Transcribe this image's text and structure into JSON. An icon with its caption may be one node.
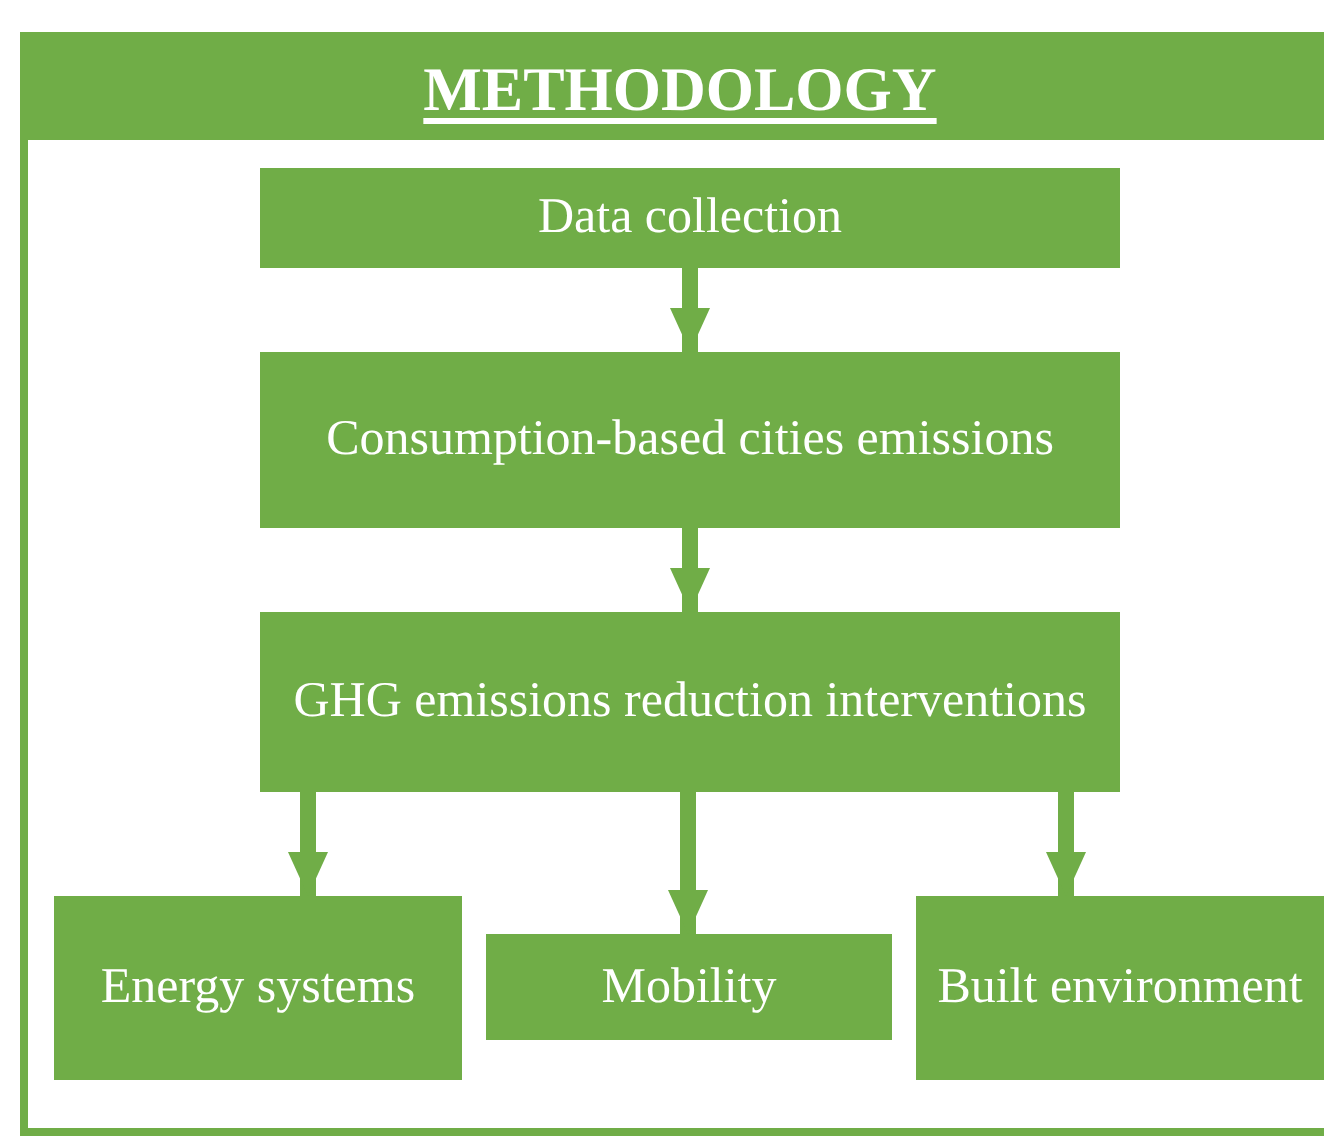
{
  "diagram": {
    "nodes": [
      {
        "text": [
          "METHODOLOGY"
        ]
      },
      {
        "text": [
          "Data collection"
        ],
        "in": 0
      },
      {
        "text": [
          "Consumption-based cities emissions"
        ],
        "in": 0
      },
      {
        "text": [
          "GHG emissions reduction interventions"
        ],
        "in": 0
      },
      {
        "text": [
          "Energy systems"
        ],
        "in": 0
      },
      {
        "text": [
          "Mobility"
        ],
        "in": 0
      },
      {
        "text": [
          "Built environment"
        ],
        "in": 0
      }
    ],
    "edges": [
      {
        "from": 1,
        "to": 2,
        "arrow": "to"
      },
      {
        "from": 2,
        "to": 3,
        "arrow": "to"
      },
      {
        "from": 3,
        "to": 4,
        "arrow": "to"
      },
      {
        "from": 3,
        "to": 5,
        "arrow": "to"
      },
      {
        "from": 3,
        "to": 6,
        "arrow": "to"
      }
    ]
  }
}
